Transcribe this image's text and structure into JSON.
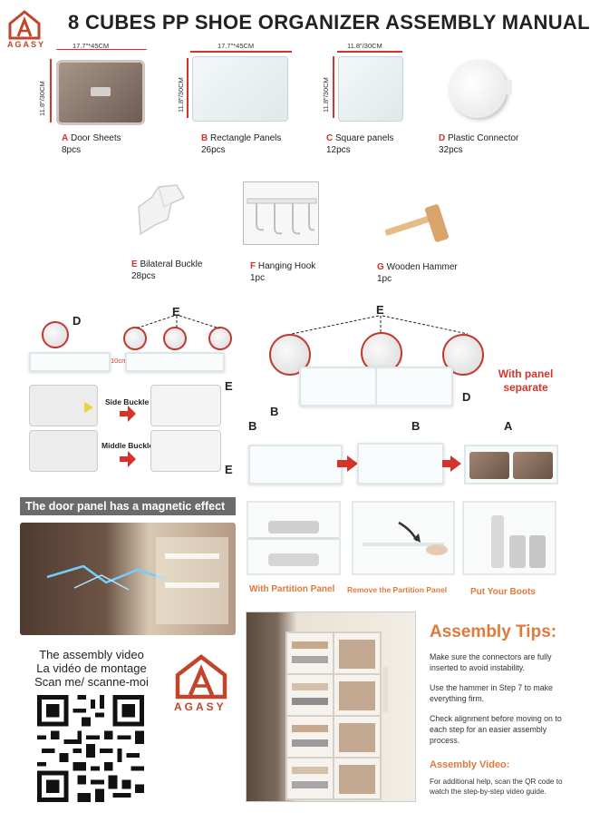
{
  "brand": "AGASY",
  "title": "8 CUBES PP SHOE ORGANIZER ASSEMBLY MANUAL",
  "parts": [
    {
      "letter": "A",
      "name": "Door Sheets",
      "qty": "8pcs",
      "dim_w": "17.7″*45CM",
      "dim_h": "11.8″/30CM"
    },
    {
      "letter": "B",
      "name": "Rectangle Panels",
      "qty": "26pcs",
      "dim_w": "17.7″*45CM",
      "dim_h": "11.8″/30CM"
    },
    {
      "letter": "C",
      "name": "Square panels",
      "qty": "12pcs",
      "dim_w": "11.8″/30CM",
      "dim_h": "11.8″/30CM"
    },
    {
      "letter": "D",
      "name": "Plastic Connector",
      "qty": "32pcs"
    },
    {
      "letter": "E",
      "name": "Bilateral Buckle",
      "qty": "28pcs"
    },
    {
      "letter": "F",
      "name": "Hanging Hook",
      "qty": "1pc"
    },
    {
      "letter": "G",
      "name": "Wooden Hammer",
      "qty": "1pc"
    }
  ],
  "step1": {
    "label_d": "D",
    "label_e": "E",
    "gap": "10cm",
    "side_buckle": "Side Buckle",
    "middle_buckle": "Middle Buckle",
    "with_panel": "With panel separate"
  },
  "step2": {
    "label_b": "B",
    "label_a": "A",
    "label_d": "D"
  },
  "magnet_banner": "The door panel has a magnetic effect",
  "partition": {
    "with": "With Partition Panel",
    "remove": "Remove the Partition Panel",
    "boots": "Put Your Boots"
  },
  "video": {
    "line1": "The assembly video",
    "line2": "La vidéo de montage",
    "line3": "Scan me/ scanne-moi"
  },
  "tips": {
    "heading": "Assembly Tips:",
    "items": [
      "Make sure the connectors are fully inserted to avoid instability.",
      "Use the hammer in Step 7 to make everything firm.",
      "Check alignment before moving on to each step for an easier assembly process."
    ],
    "video_heading": "Assembly Video:",
    "video_text": "For additional help, scan the QR code to watch the step-by-step video guide."
  },
  "colors": {
    "accent": "#d6342b",
    "orange": "#e07a3a",
    "brand": "#c0452a"
  }
}
